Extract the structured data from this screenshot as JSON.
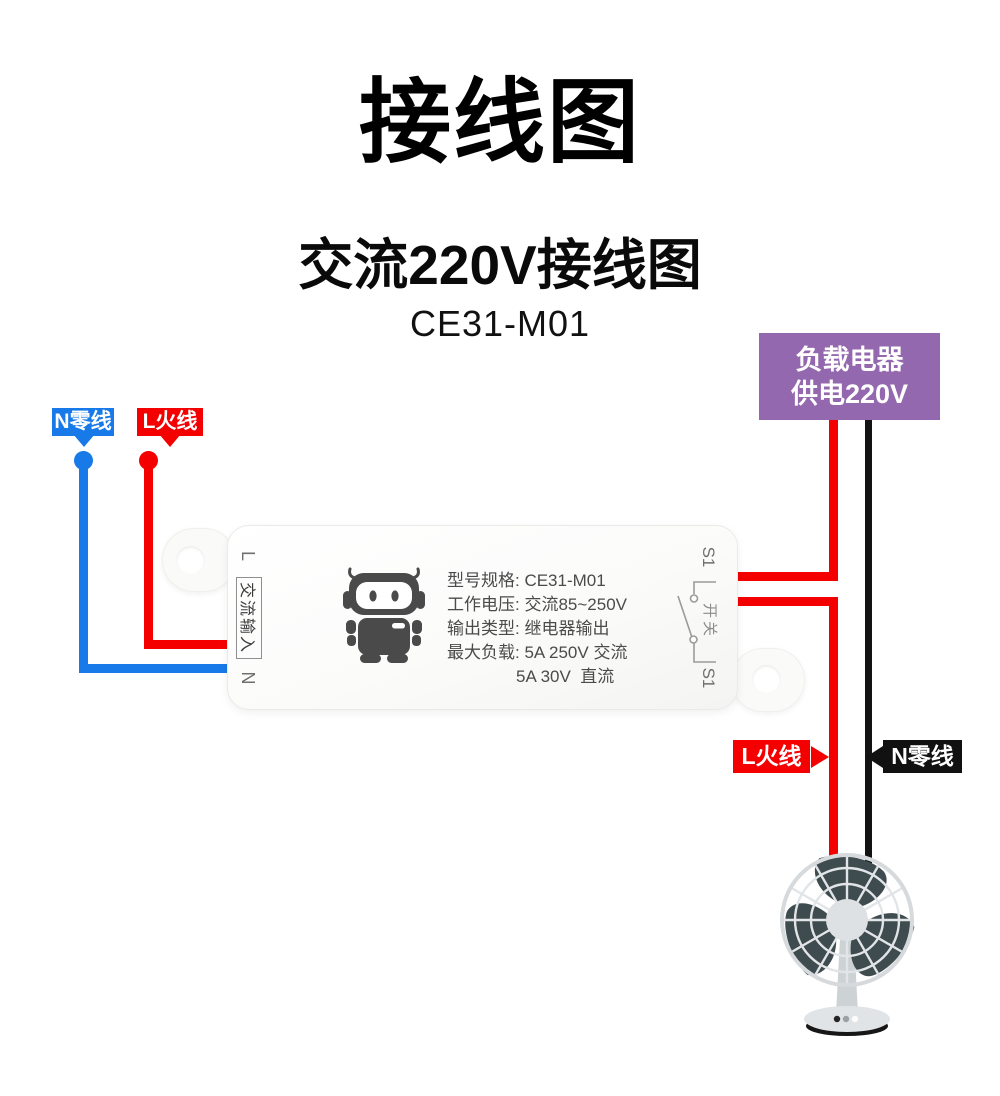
{
  "title": "接线图",
  "subtitle": "交流220V接线图",
  "model": "CE31-M01",
  "load_box": {
    "line1": "负载电器",
    "line2": "供电220V"
  },
  "input_tags": {
    "neutral": "N零线",
    "live": "L火线"
  },
  "output_tags": {
    "live": "L火线",
    "neutral": "N零线"
  },
  "device": {
    "terminal_l": "L",
    "terminal_n": "N",
    "input_label": "交流输入",
    "s1_top": "S1",
    "s1_bottom": "S1",
    "switch_label": "开关",
    "specs": [
      "型号规格: CE31-M01",
      "工作电压: 交流85~250V",
      "输出类型: 继电器输出",
      "最大负载: 5A 250V 交流",
      "5A 30V  直流"
    ]
  },
  "colors": {
    "live_red": "#f40001",
    "neutral_blue": "#1879e8",
    "load_purple": "#9468ae",
    "neutral_black": "#111111"
  }
}
